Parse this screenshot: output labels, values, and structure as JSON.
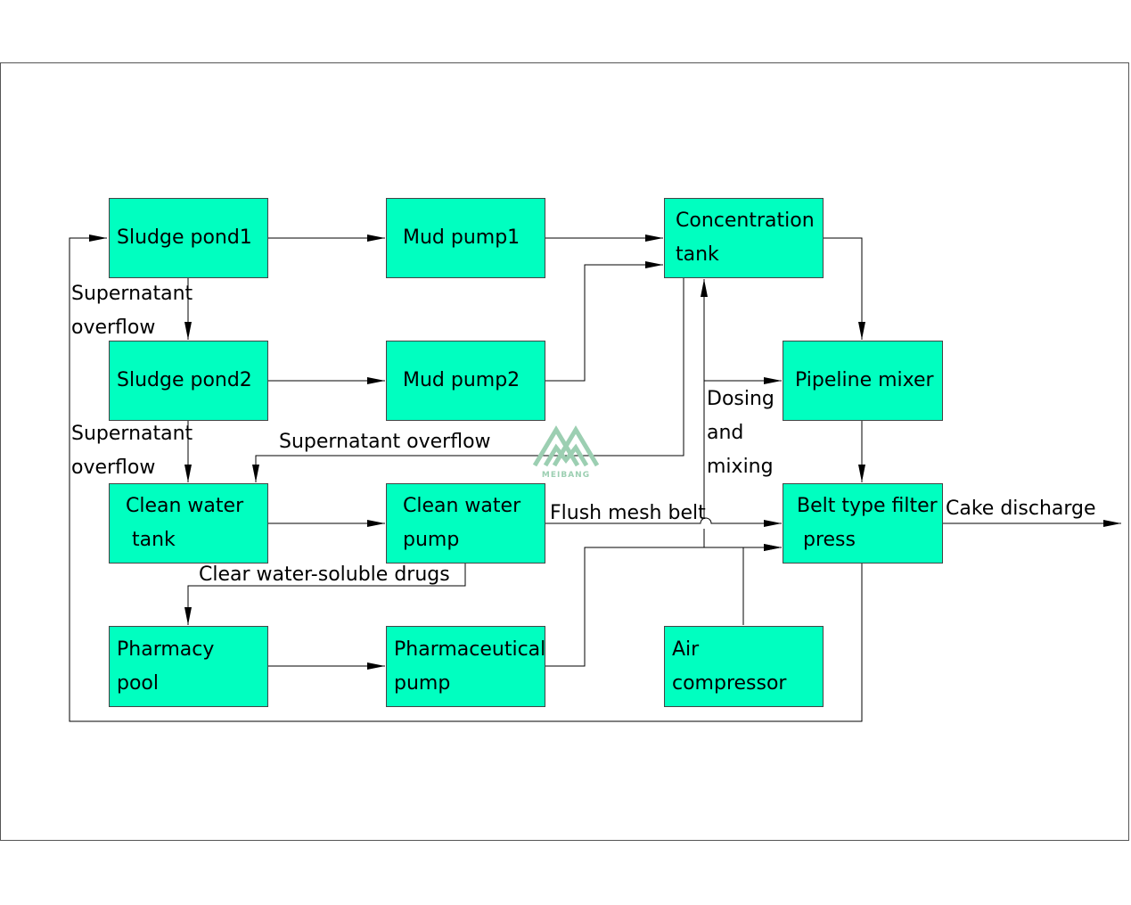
{
  "nodes": {
    "sludge_pond1": "Sludge pond1",
    "sludge_pond2": "Sludge pond2",
    "clean_water_tank": "Clean water\n tank",
    "pharmacy_pool": "Pharmacy pool",
    "mud_pump1": "Mud pump1",
    "mud_pump2": "Mud pump2",
    "clean_water_pump": "Clean water\npump",
    "pharmaceutical_pump": "Pharmaceutical\npump",
    "concentration_tank": "Concentration\ntank",
    "pipeline_mixer": "Pipeline mixer",
    "belt_filter_press": "Belt type filter\n press",
    "air_compressor": "Air compressor"
  },
  "edge_labels": {
    "supernatant_overflow_1": "Supernatant\noverflow",
    "supernatant_overflow_2": "Supernatant\noverflow",
    "supernatant_overflow_3": "Supernatant overflow",
    "clear_water_soluble_drugs": "Clear water-soluble drugs",
    "flush_mesh_belt": "Flush mesh belt",
    "dosing_and_mixing": "Dosing\nand\nmixing",
    "cake_discharge": "Cake discharge"
  },
  "watermark": {
    "text": "MEIBANG"
  },
  "colors": {
    "node_fill": "#00ffc0",
    "line": "#000000",
    "watermark": "#9ccfb2"
  }
}
